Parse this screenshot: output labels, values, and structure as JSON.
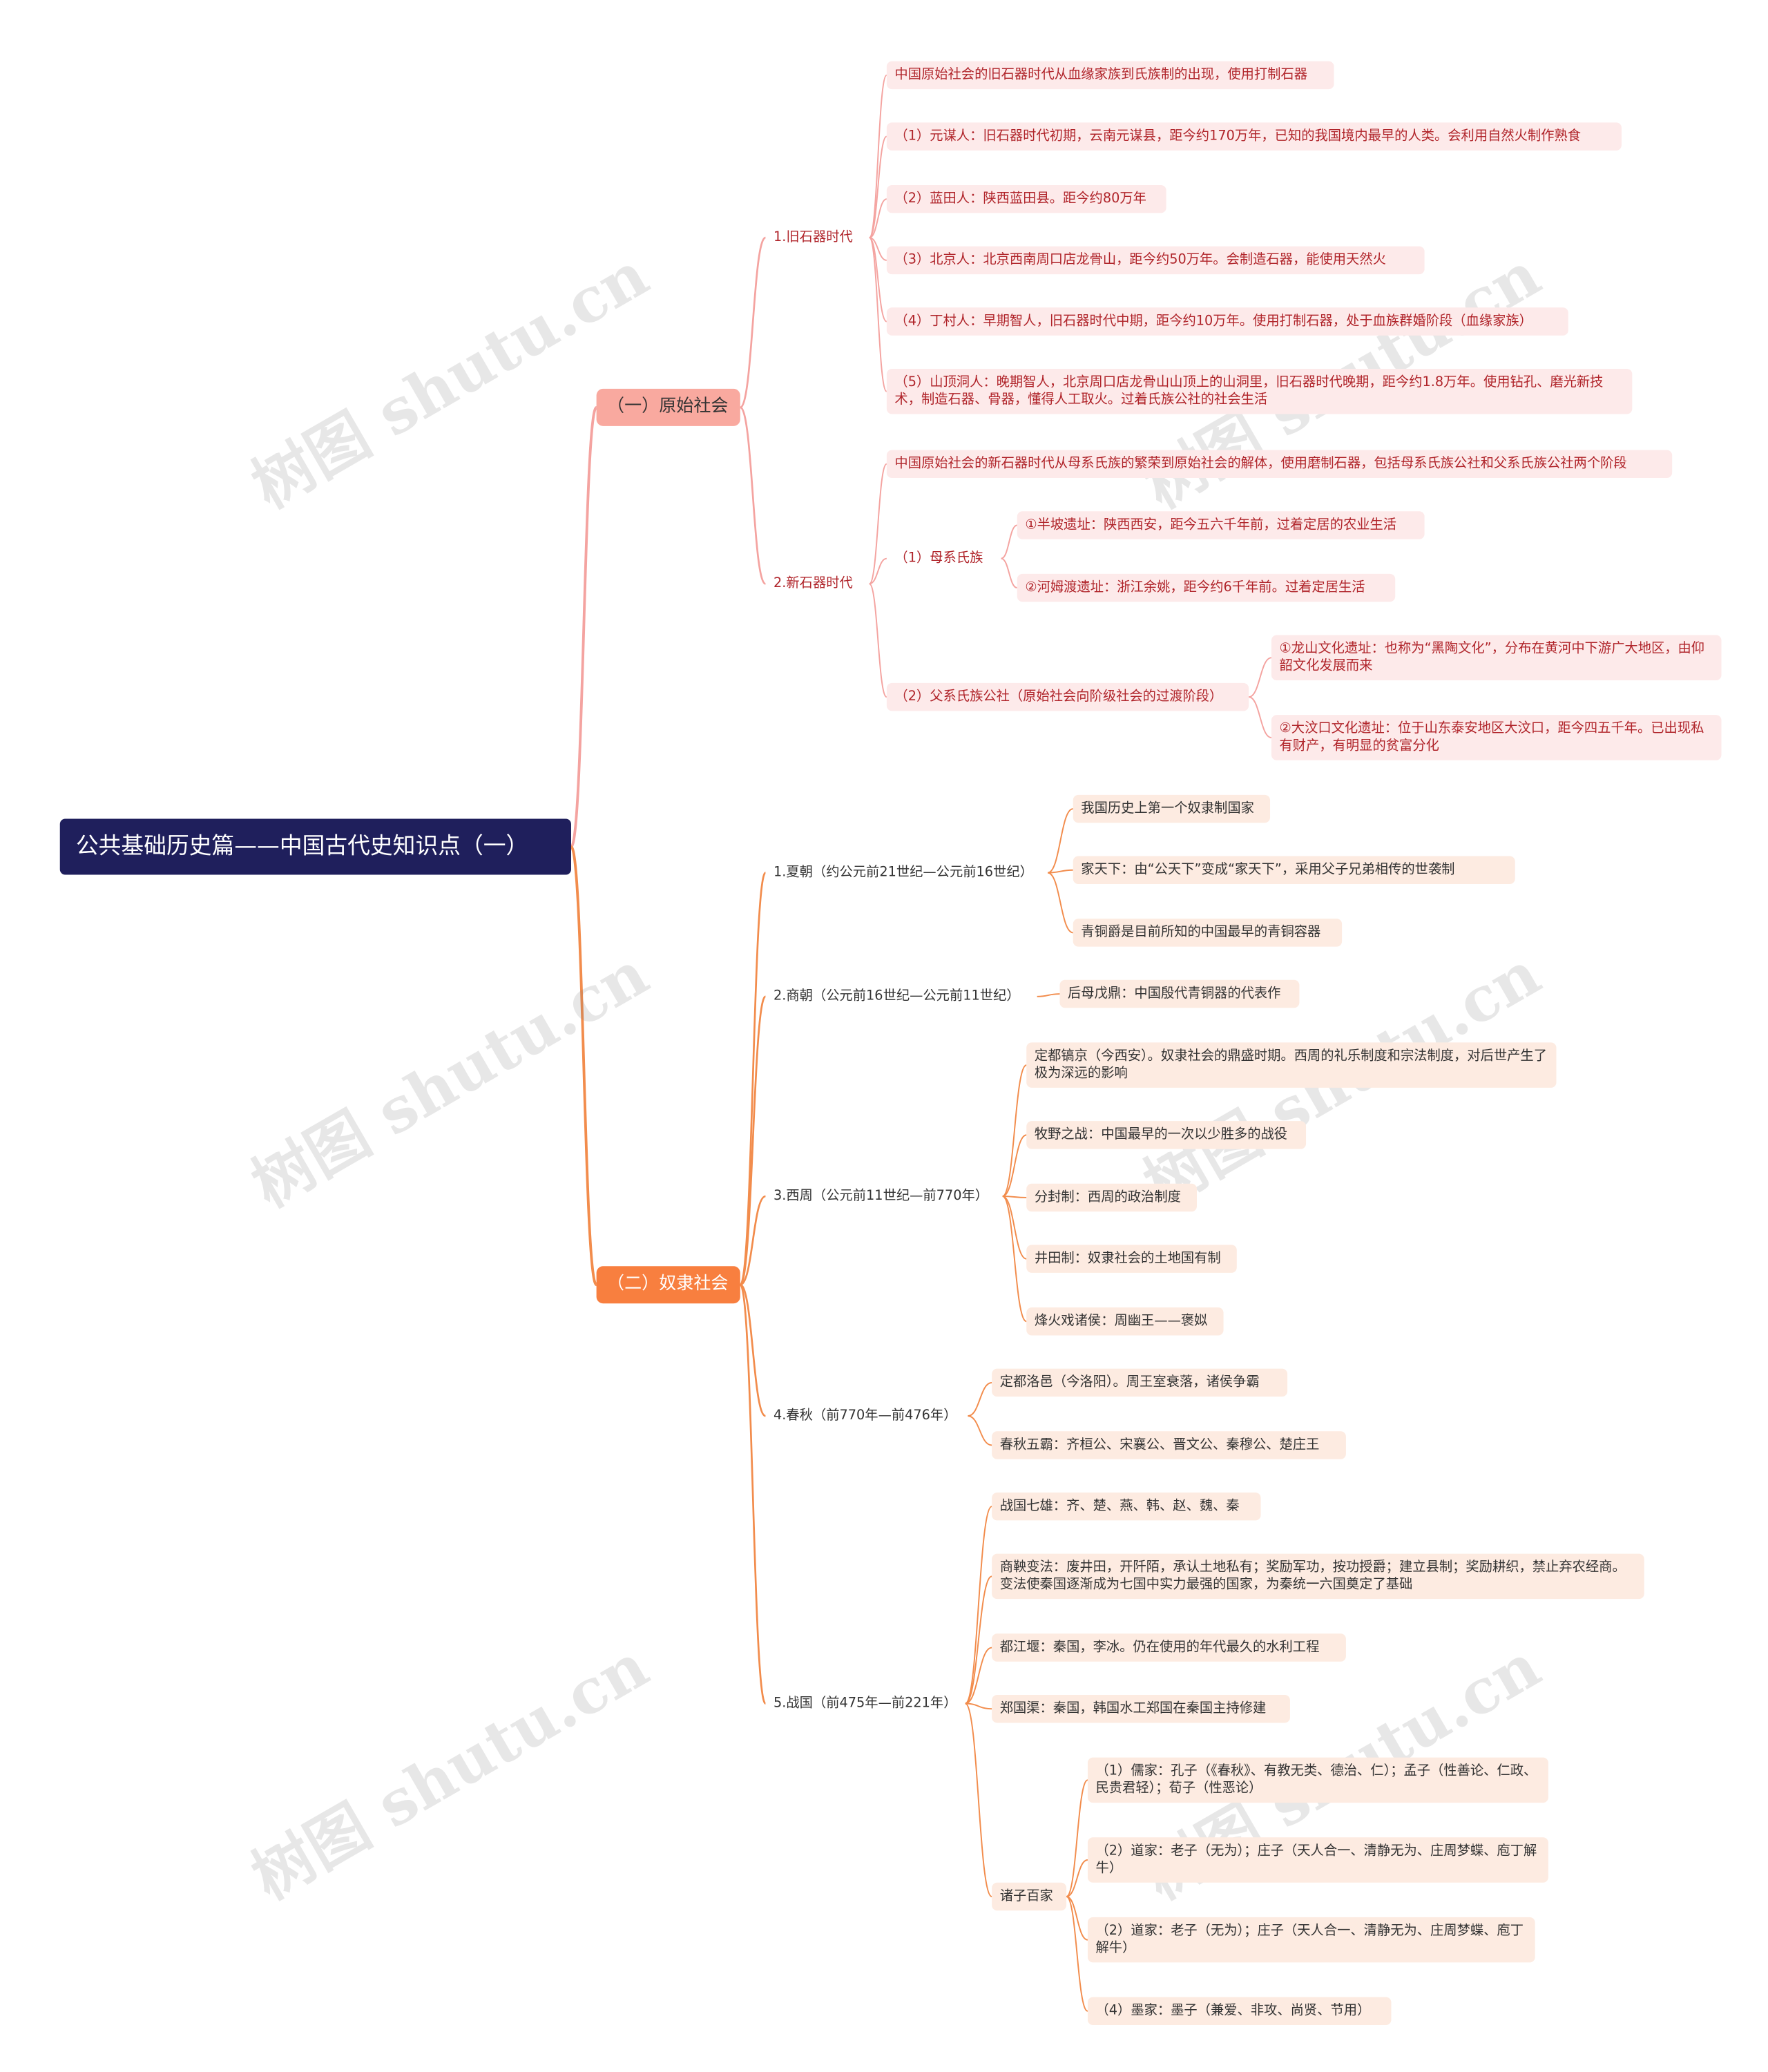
{
  "colors": {
    "root_bg": "#1f1f5c",
    "branch1": "#f9a99f",
    "branch2": "#f87f3f",
    "leaf1": "#fdeaea",
    "leaf2": "#fdebe1",
    "line1": "#f4a3a0",
    "line2": "#f28c4c"
  },
  "watermark": "树图 shutu.cn",
  "root": "公共基础历史篇——中国古代史知识点（一）",
  "b1": {
    "label": "（一）原始社会",
    "old": {
      "label": "1.旧石器时代",
      "items": [
        "中国原始社会的旧石器时代从血缘家族到氏族制的出现，使用打制石器",
        "（1）元谋人：旧石器时代初期，云南元谋县，距今约170万年，已知的我国境内最早的人类。会利用自然火制作熟食",
        "（2）蓝田人：陕西蓝田县。距今约80万年",
        "（3）北京人：北京西南周口店龙骨山，距今约50万年。会制造石器，能使用天然火",
        "（4）丁村人：早期智人，旧石器时代中期，距今约10万年。使用打制石器，处于血族群婚阶段（血缘家族）",
        "（5）山顶洞人：晚期智人，北京周口店龙骨山山顶上的山洞里，旧石器时代晚期，距今约1.8万年。使用钻孔、磨光新技术，制造石器、骨器，懂得人工取火。过着氏族公社的社会生活"
      ]
    },
    "new": {
      "label": "2.新石器时代",
      "intro": "中国原始社会的新石器时代从母系氏族的繁荣到原始社会的解体，使用磨制石器，包括母系氏族公社和父系氏族公社两个阶段",
      "matri": {
        "label": "（1）母系氏族",
        "items": [
          "①半坡遗址：陕西西安，距今五六千年前，过着定居的农业生活",
          "②河姆渡遗址：浙江余姚，距今约6千年前。过着定居生活"
        ]
      },
      "patri": {
        "label": "（2）父系氏族公社（原始社会向阶级社会的过渡阶段）",
        "items": [
          "①龙山文化遗址：也称为“黑陶文化”，分布在黄河中下游广大地区，由仰韶文化发展而来",
          "②大汶口文化遗址：位于山东泰安地区大汶口，距今四五千年。已出现私有财产，有明显的贫富分化"
        ]
      }
    }
  },
  "b2": {
    "label": "（二）奴隶社会",
    "xia": {
      "label": "1.夏朝（约公元前21世纪—公元前16世纪）",
      "items": [
        "我国历史上第一个奴隶制国家",
        "家天下：由“公天下”变成“家天下”，采用父子兄弟相传的世袭制",
        "青铜爵是目前所知的中国最早的青铜容器"
      ]
    },
    "shang": {
      "label": "2.商朝（公元前16世纪—公元前11世纪）",
      "items": [
        "后母戊鼎：中国殷代青铜器的代表作"
      ]
    },
    "zhou": {
      "label": "3.西周（公元前11世纪—前770年）",
      "items": [
        "定都镐京（今西安）。奴隶社会的鼎盛时期。西周的礼乐制度和宗法制度，对后世产生了极为深远的影响",
        "牧野之战：中国最早的一次以少胜多的战役",
        "分封制：西周的政治制度",
        "井田制：奴隶社会的土地国有制",
        "烽火戏诸侯：周幽王——褒姒"
      ]
    },
    "chunqiu": {
      "label": "4.春秋（前770年—前476年）",
      "items": [
        "定都洛邑（今洛阳）。周王室衰落，诸侯争霸",
        "春秋五霸：齐桓公、宋襄公、晋文公、秦穆公、楚庄王"
      ]
    },
    "zhanguo": {
      "label": "5.战国（前475年—前221年）",
      "items": [
        "战国七雄：齐、楚、燕、韩、赵、魏、秦",
        "商鞅变法：废井田，开阡陌，承认土地私有；奖励军功，按功授爵；建立县制；奖励耕织，禁止弃农经商。变法使秦国逐渐成为七国中实力最强的国家，为秦统一六国奠定了基础",
        "都江堰：秦国，李冰。仍在使用的年代最久的水利工程",
        "郑国渠：秦国，韩国水工郑国在秦国主持修建"
      ],
      "schools": {
        "label": "诸子百家",
        "items": [
          "（1）儒家：孔子（《春秋》、有教无类、德治、仁）；孟子（性善论、仁政、民贵君轻）；荀子（性恶论）",
          "（2）道家：老子（无为）；庄子（天人合一、清静无为、庄周梦蝶、庖丁解牛）",
          "（2）道家：老子（无为）；庄子（天人合一、清静无为、庄周梦蝶、庖丁解牛）",
          "（4）墨家：墨子（兼爱、非攻、尚贤、节用）"
        ]
      }
    }
  }
}
